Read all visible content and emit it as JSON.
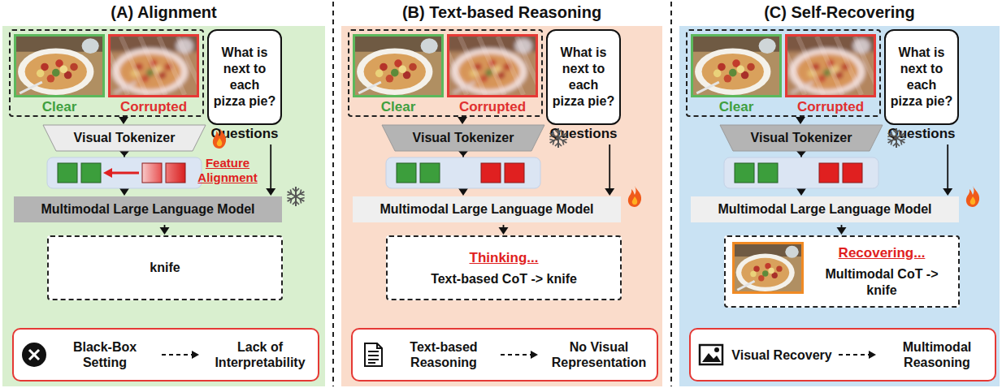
{
  "diagram": {
    "nodes": [
      {
        "text": [
          "(A) Alignment"
        ]
      },
      {
        "text": [
          "Clear",
          "Corrupted"
        ],
        "in": 0
      },
      {
        "text": [
          "What is next to each pizza pie?",
          "Questions"
        ],
        "in": 0
      },
      {
        "text": [
          "Visual Tokenizer"
        ],
        "in": 0
      },
      {
        "text": [
          "Multimodal Large Language Model"
        ],
        "in": 0
      },
      {
        "text": [
          "knife"
        ],
        "in": 0
      },
      {
        "text": [
          "Black-Box Setting",
          "Lack of Interpretability"
        ],
        "in": 0
      },
      {
        "text": [
          "(B) Text-based Reasoning"
        ]
      },
      {
        "text": [
          "Clear",
          "Corrupted"
        ],
        "in": 7
      },
      {
        "text": [
          "What is next to each pizza pie?",
          "Questions"
        ],
        "in": 7
      },
      {
        "text": [
          "Visual Tokenizer"
        ],
        "in": 7
      },
      {
        "text": [
          "Multimodal Large Language Model"
        ],
        "in": 7
      },
      {
        "text": [
          "Thinking...",
          "Text-based CoT -> knife"
        ],
        "in": 7
      },
      {
        "text": [
          "Text-based Reasoning",
          "No Visual Representation"
        ],
        "in": 7
      },
      {
        "text": [
          "(C) Self-Recovering"
        ]
      },
      {
        "text": [
          "Clear",
          "Corrupted"
        ],
        "in": 14
      },
      {
        "text": [
          "What is next to each pizza pie?",
          "Questions"
        ],
        "in": 14
      },
      {
        "text": [
          "Visual Tokenizer"
        ],
        "in": 14
      },
      {
        "text": [
          "Multimodal Large Language Model"
        ],
        "in": 14
      },
      {
        "text": [
          "Recovering...",
          "Multimodal CoT -> knife"
        ],
        "in": 14
      },
      {
        "text": [
          "Visual Recovery",
          "Multimodal Reasoning"
        ],
        "in": 14
      }
    ],
    "edges": [
      {
        "from": 1,
        "to": 3,
        "arrow": "to"
      },
      {
        "from": 3,
        "to": 4,
        "arrow": "to"
      },
      {
        "from": 2,
        "to": 4,
        "arrow": "to"
      },
      {
        "from": 4,
        "to": 5,
        "arrow": "to"
      },
      {
        "from": 8,
        "to": 10,
        "arrow": "to"
      },
      {
        "from": 10,
        "to": 11,
        "arrow": "to"
      },
      {
        "from": 9,
        "to": 11,
        "arrow": "to"
      },
      {
        "from": 11,
        "to": 12,
        "arrow": "to"
      },
      {
        "from": 15,
        "to": 17,
        "arrow": "to"
      },
      {
        "from": 17,
        "to": 18,
        "arrow": "to"
      },
      {
        "from": 16,
        "to": 18,
        "arrow": "to"
      },
      {
        "from": 18,
        "to": 19,
        "arrow": "to"
      }
    ],
    "labels": [
      "Feature Alignment"
    ]
  }
}
